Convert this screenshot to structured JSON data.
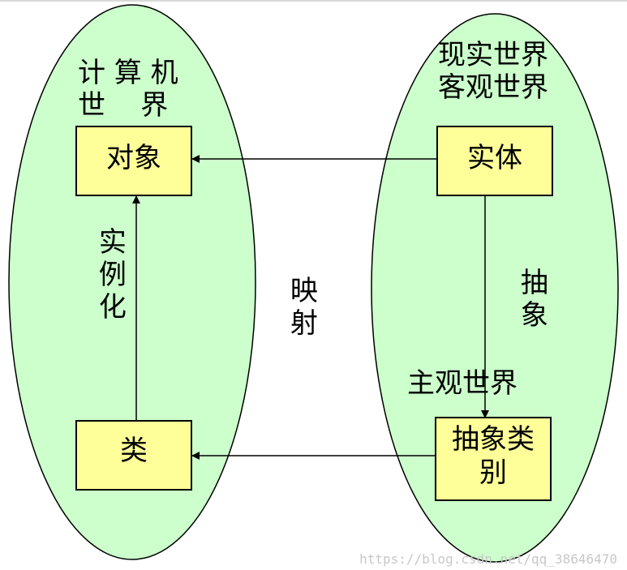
{
  "computer_world": {
    "line1": "计 算 机",
    "line2": "世    界"
  },
  "real_world": {
    "line1": "现实世界",
    "line2": "客观世界"
  },
  "boxes": {
    "object": "对象",
    "entity": "实体",
    "class": "类",
    "abstract_category": "抽象类\n别"
  },
  "labels": {
    "instantiate": "实例化",
    "mapping": "映射",
    "abstract": "抽象",
    "subjective_world": "主观世界"
  },
  "watermark": "https://blog.csdn.net/qq_38646470",
  "colors": {
    "ellipse_fill": "#ccffcc",
    "box_fill": "#ffff99",
    "stroke": "#000000"
  }
}
